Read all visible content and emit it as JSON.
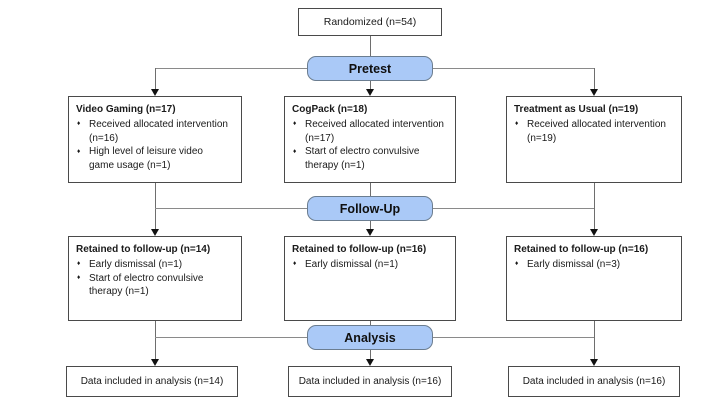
{
  "flow": {
    "randomized": "Randomized (n=54)",
    "bullet": "♦",
    "phases": {
      "pretest": "Pretest",
      "followup": "Follow-Up",
      "analysis": "Analysis"
    },
    "allocation_boxes": [
      {
        "title": "Video Gaming (n=17)",
        "bullets": [
          "Received allocated intervention (n=16)",
          "High level of leisure video game usage (n=1)"
        ]
      },
      {
        "title": "CogPack (n=18)",
        "bullets": [
          "Received allocated intervention (n=17)",
          "Start of electro convulsive therapy (n=1)"
        ]
      },
      {
        "title": "Treatment as Usual (n=19)",
        "bullets": [
          "Received allocated intervention (n=19)"
        ]
      }
    ],
    "followup_boxes": [
      {
        "title": "Retained to follow-up (n=14)",
        "bullets": [
          "Early dismissal (n=1)",
          "Start of electro convulsive therapy (n=1)"
        ]
      },
      {
        "title": "Retained to follow-up (n=16)",
        "bullets": [
          "Early dismissal (n=1)"
        ]
      },
      {
        "title": "Retained to follow-up (n=16)",
        "bullets": [
          "Early dismissal (n=3)"
        ]
      }
    ],
    "analysis_boxes": [
      "Data included in analysis (n=14)",
      "Data included in analysis (n=16)",
      "Data included in analysis (n=16)"
    ],
    "colors": {
      "phase_fill": "#aac9f7",
      "phase_border": "#6b7d90",
      "box_border": "#4a4a4a",
      "connector": "#8a8a8a",
      "arrow": "#111111"
    }
  }
}
